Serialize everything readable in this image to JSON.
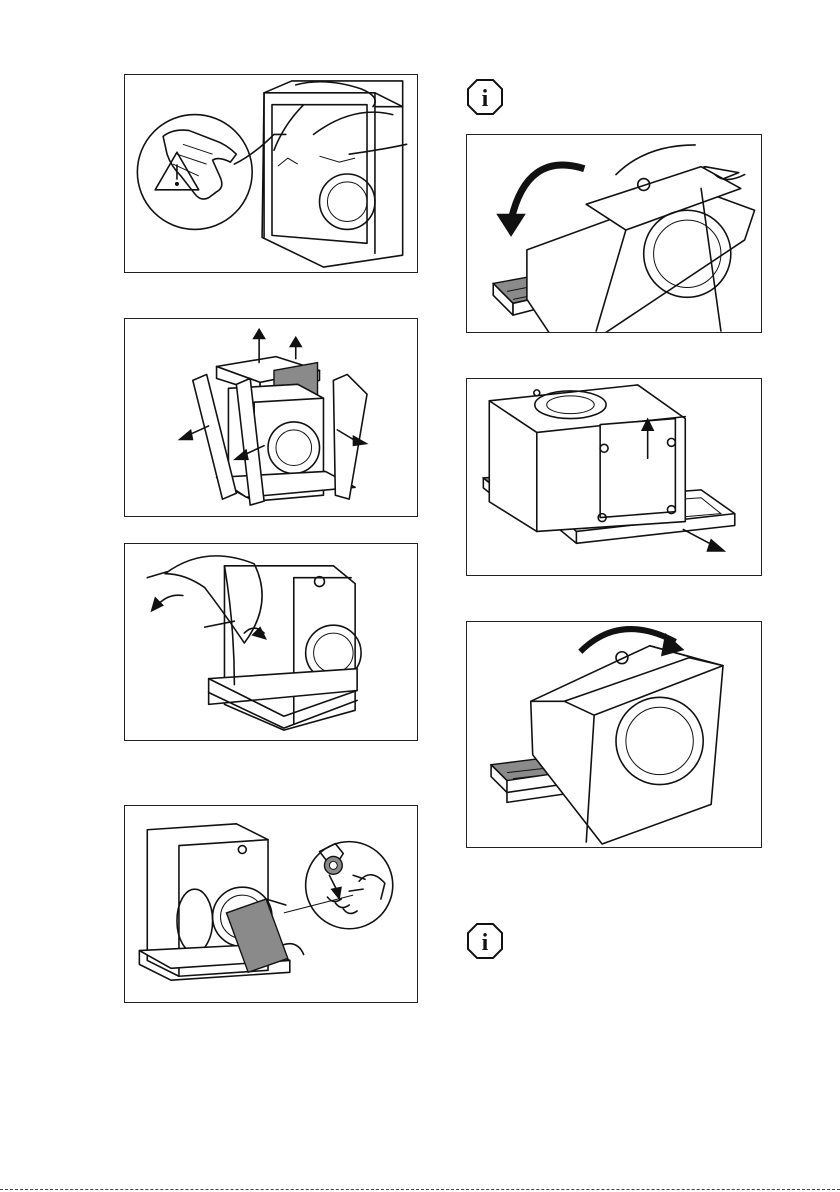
{
  "page": {
    "figures": [
      {
        "id": "remove-wrap-gloves",
        "icon": "gloves-warning-icon"
      },
      {
        "id": "remove-top-and-corners"
      },
      {
        "id": "remove-plastic-cover"
      },
      {
        "id": "remove-bag-from-drum"
      },
      {
        "id": "tilt-machine-back",
        "icon": "curved-arrow-icon"
      },
      {
        "id": "remove-base-packaging"
      },
      {
        "id": "lift-machine-forward",
        "icon": "curved-arrow-icon"
      }
    ],
    "info_icons": [
      {
        "id": "info-top",
        "glyph": "i"
      },
      {
        "id": "info-bottom",
        "glyph": "i"
      }
    ],
    "colors": {
      "line": "#111111",
      "fill_gray": "#8a8a8a",
      "background": "#ffffff"
    }
  }
}
